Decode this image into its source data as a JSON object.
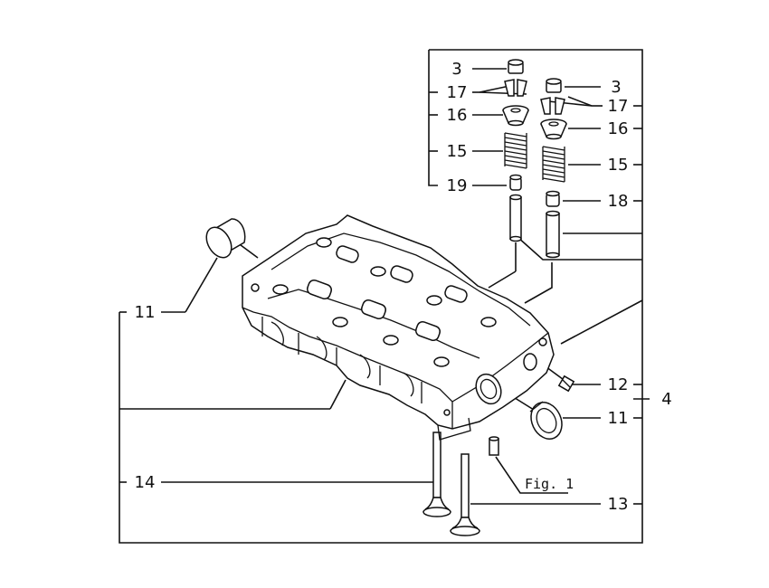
{
  "labels": {
    "cap_left": "3",
    "cap_right": "3",
    "cotter_left": "17",
    "cotter_right": "17",
    "retainer_left": "16",
    "retainer_right": "16",
    "spring_left": "15",
    "spring_right": "15",
    "seal_left": "19",
    "seal_right": "18",
    "head_assembly": "4",
    "plug_left": "11",
    "plug_right": "11",
    "plug_small": "12",
    "valve_exhaust": "13",
    "valve_intake": "14"
  },
  "figure_ref": "Fig. 1"
}
